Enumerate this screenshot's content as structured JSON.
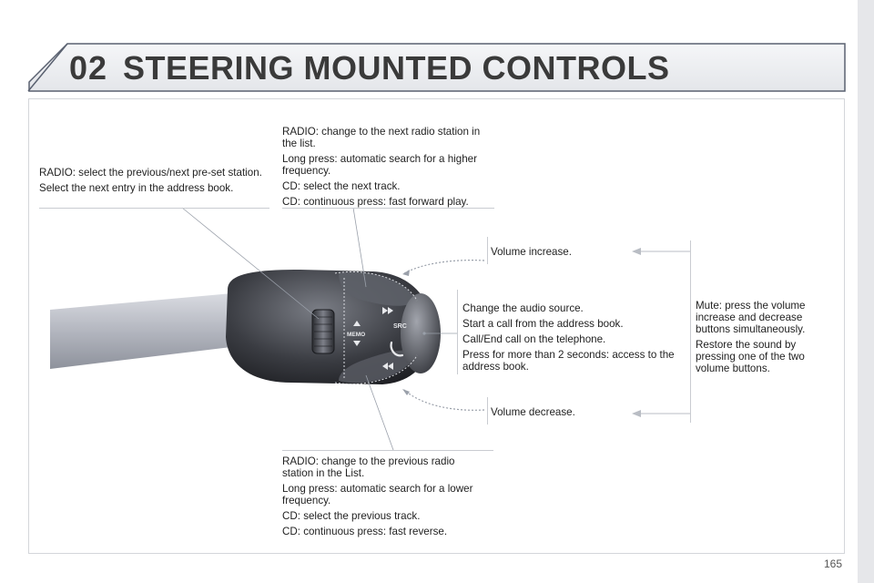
{
  "header": {
    "chapter_number": "02",
    "title": "STEERING MOUNTED CONTROLS"
  },
  "callouts": {
    "preset": [
      "RADIO: select the previous/next pre-set station.",
      "Select the next entry in the address book."
    ],
    "next_station": [
      "RADIO: change to the next radio station in the list.",
      "Long press: automatic search for a higher frequency.",
      "CD: select the next track.",
      "CD: continuous press: fast forward play."
    ],
    "volume_up": "Volume increase.",
    "source": [
      "Change the audio source.",
      "Start a call from the address book.",
      "Call/End call on the telephone.",
      "Press for more than 2 seconds: access to the address book."
    ],
    "mute": [
      "Mute: press the volume increase and decrease buttons simultaneously.",
      "Restore the sound by pressing one of the two volume buttons."
    ],
    "volume_down": "Volume decrease.",
    "prev_station": [
      "RADIO: change to the previous radio station in the List.",
      "Long press: automatic search for a lower frequency.",
      "CD: select the previous track.",
      "CD: continuous press: fast reverse."
    ]
  },
  "control_labels": {
    "memo": "MEMO",
    "src": "SRC"
  },
  "page_number": "165"
}
